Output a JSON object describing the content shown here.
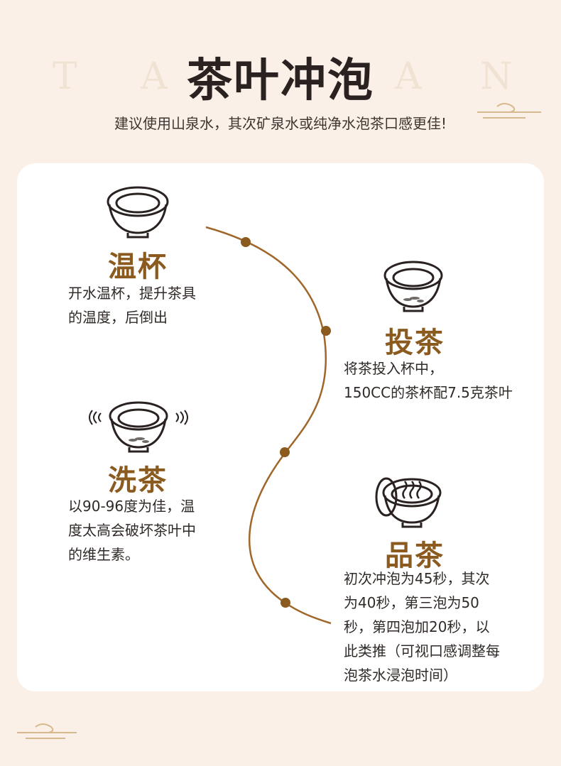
{
  "header": {
    "title": "茶叶冲泡",
    "subtitle": "建议使用山泉水，其次矿泉水或纯净水泡茶口感更佳!",
    "watermark_letters": [
      "T",
      "A",
      "A",
      "N"
    ]
  },
  "steps": [
    {
      "title": "温杯",
      "desc": [
        "开水温杯，提升茶具",
        "的温度，后倒出"
      ]
    },
    {
      "title": "投茶",
      "desc": [
        "将茶投入杯中，",
        "150CC的茶杯配7.5克茶叶"
      ]
    },
    {
      "title": "洗茶",
      "desc": [
        "以90-96度为佳，温",
        "度太高会破坏茶叶中",
        "的维生素。"
      ]
    },
    {
      "title": "品茶",
      "desc": [
        "初次冲泡为45秒，其次",
        "为40秒，第三泡为50",
        "秒，第四泡加20秒，以",
        "此类推（可视口感调整每",
        "泡茶水浸泡时间）"
      ]
    }
  ],
  "colors": {
    "background": "#fbf0e7",
    "card": "#ffffff",
    "accent_brown": "#8b5a1f",
    "timeline": "#a0662a",
    "title_dark": "#2a2220"
  },
  "icons": [
    "cup-icon",
    "cup-leaves-icon",
    "cup-shaking-icon",
    "cup-steam-icon",
    "cloud-ornament-icon"
  ]
}
